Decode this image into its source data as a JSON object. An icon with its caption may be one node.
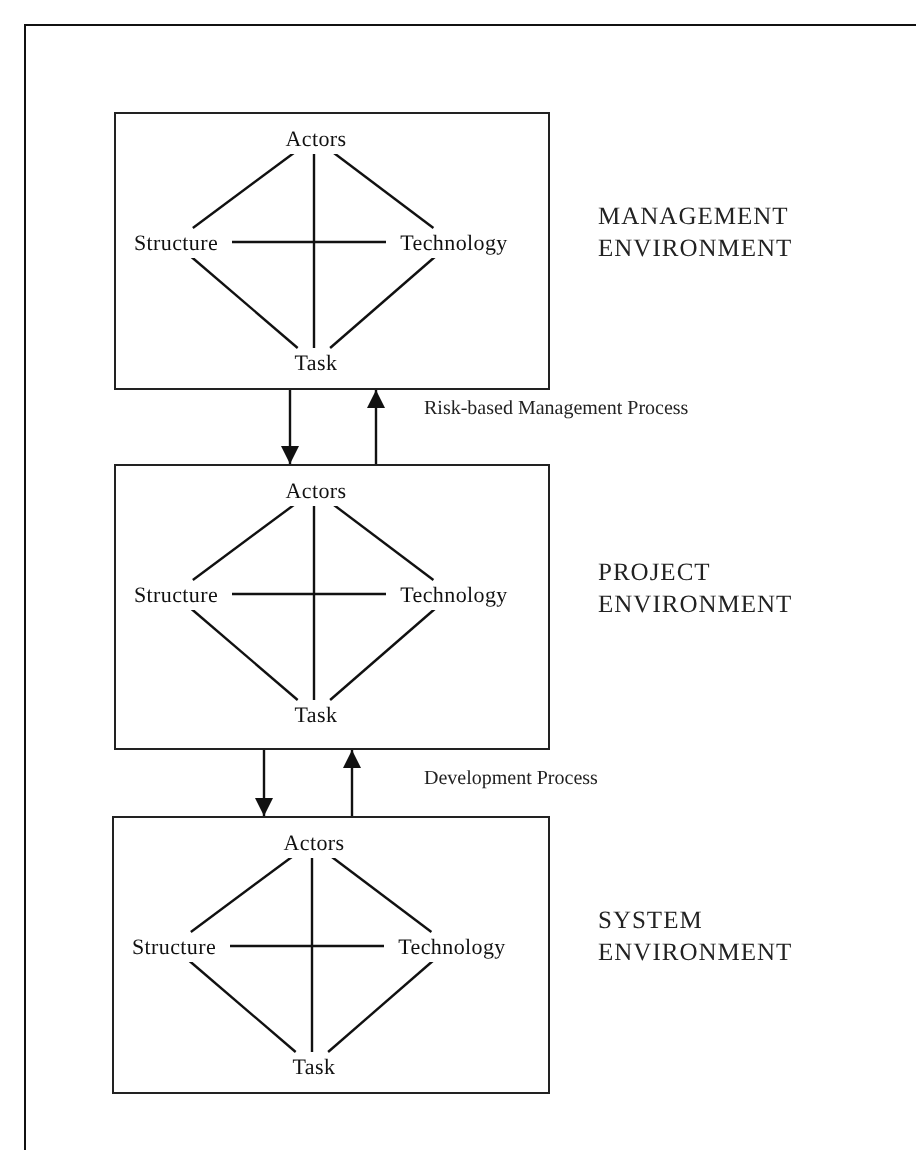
{
  "diagram": {
    "nodes": [
      {
        "text": [],
        "shape": "box",
        "beside": [
          "MANAGEMENT ENVIRONMENT"
        ]
      },
      {
        "text": [
          "Actors"
        ],
        "in": 0
      },
      {
        "text": [
          "Structure"
        ],
        "in": 0
      },
      {
        "text": [
          "Technology"
        ],
        "in": 0
      },
      {
        "text": [
          "Task"
        ],
        "in": 0
      },
      {
        "text": [],
        "shape": "box",
        "beside": [
          "PROJECT ENVIRONMENT"
        ]
      },
      {
        "text": [
          "Actors"
        ],
        "in": 5
      },
      {
        "text": [
          "Structure"
        ],
        "in": 5
      },
      {
        "text": [
          "Technology"
        ],
        "in": 5
      },
      {
        "text": [
          "Task"
        ],
        "in": 5
      },
      {
        "text": [],
        "shape": "box",
        "beside": [
          "SYSTEM ENVIRONMENT"
        ]
      },
      {
        "text": [
          "Actors"
        ],
        "in": 10
      },
      {
        "text": [
          "Structure"
        ],
        "in": 10
      },
      {
        "text": [
          "Technology"
        ],
        "in": 10
      },
      {
        "text": [
          "Task"
        ],
        "in": 10
      }
    ],
    "edges": [
      {
        "from": 1,
        "to": 2,
        "arrow": "none"
      },
      {
        "from": 1,
        "to": 3,
        "arrow": "none"
      },
      {
        "from": 2,
        "to": 4,
        "arrow": "none"
      },
      {
        "from": 3,
        "to": 4,
        "arrow": "none"
      },
      {
        "from": 1,
        "to": 4,
        "arrow": "none"
      },
      {
        "from": 2,
        "to": 3,
        "arrow": "none"
      },
      {
        "from": 6,
        "to": 7,
        "arrow": "none"
      },
      {
        "from": 6,
        "to": 8,
        "arrow": "none"
      },
      {
        "from": 7,
        "to": 9,
        "arrow": "none"
      },
      {
        "from": 8,
        "to": 9,
        "arrow": "none"
      },
      {
        "from": 6,
        "to": 9,
        "arrow": "none"
      },
      {
        "from": 7,
        "to": 8,
        "arrow": "none"
      },
      {
        "from": 11,
        "to": 12,
        "arrow": "none"
      },
      {
        "from": 11,
        "to": 13,
        "arrow": "none"
      },
      {
        "from": 12,
        "to": 14,
        "arrow": "none"
      },
      {
        "from": 13,
        "to": 14,
        "arrow": "none"
      },
      {
        "from": 11,
        "to": 14,
        "arrow": "none"
      },
      {
        "from": 12,
        "to": 13,
        "arrow": "none"
      },
      {
        "from": 0,
        "to": 5,
        "arrow": "to"
      },
      {
        "from": 5,
        "to": 0,
        "arrow": "to",
        "label": "Risk-based Management Process"
      },
      {
        "from": 5,
        "to": 10,
        "arrow": "to"
      },
      {
        "from": 10,
        "to": 5,
        "arrow": "to",
        "label": "Development Process"
      }
    ]
  }
}
